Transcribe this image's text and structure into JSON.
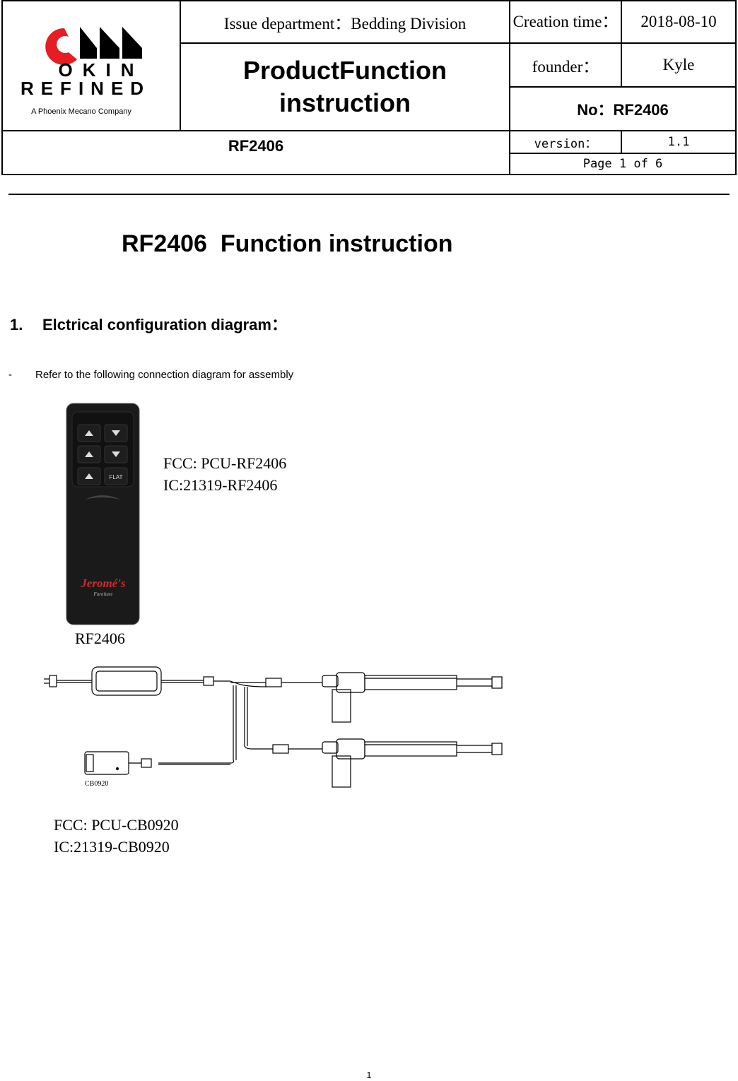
{
  "header": {
    "logo": {
      "line1": "OKIN",
      "line2": "REFINED",
      "tagline": "A Phoenix Mecano Company"
    },
    "issue_department": "Issue department：Bedding Division",
    "creation_time_label": "Creation time：",
    "creation_time_value": "2018-08-10",
    "title_line1": "ProductFunction",
    "title_line2": "instruction",
    "founder_label": "founder：",
    "founder_value": "Kyle",
    "number": "No：RF2406",
    "model": "RF2406",
    "version_label": "version：",
    "version_value": "1.1",
    "page_info": "Page 1 of 6"
  },
  "document": {
    "title": "RF2406  Function instruction",
    "section_number": "1.",
    "section_title": "Elctrical configuration diagram：",
    "bullet_dash": "-",
    "bullet_text": "Refer to the following connection diagram for assembly"
  },
  "remote": {
    "button_flat": "FLAT",
    "brand_line1": "Jeromé's",
    "brand_line2": "Furniture",
    "caption": "RF2406",
    "fcc": "FCC: PCU-RF2406",
    "ic": "IC:21319-RF2406"
  },
  "diagram": {
    "receiver_label": "CB0920",
    "fcc": "FCC: PCU-CB0920",
    "ic": "IC:21319-CB0920"
  },
  "footer": {
    "page_number": "1"
  },
  "colors": {
    "logo_red": "#e31e24",
    "remote_body": "#1a1a1a",
    "brand_red": "#d8262b"
  }
}
